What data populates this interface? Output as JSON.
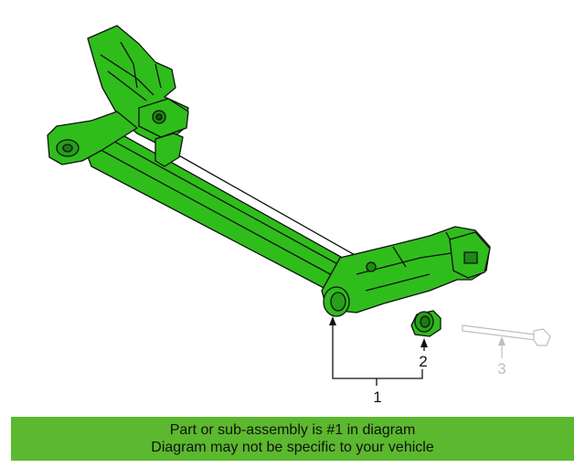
{
  "diagram": {
    "callouts": [
      "1",
      "2",
      "3"
    ],
    "colors": {
      "part_fill": "#2fbd1c",
      "part_outline": "#111111",
      "faded_part": "#bdbdbd",
      "banner": "#5cb82e"
    }
  },
  "banner": {
    "line1": "Part or sub-assembly is #1 in diagram",
    "line2": "Diagram may not be specific to your vehicle"
  }
}
